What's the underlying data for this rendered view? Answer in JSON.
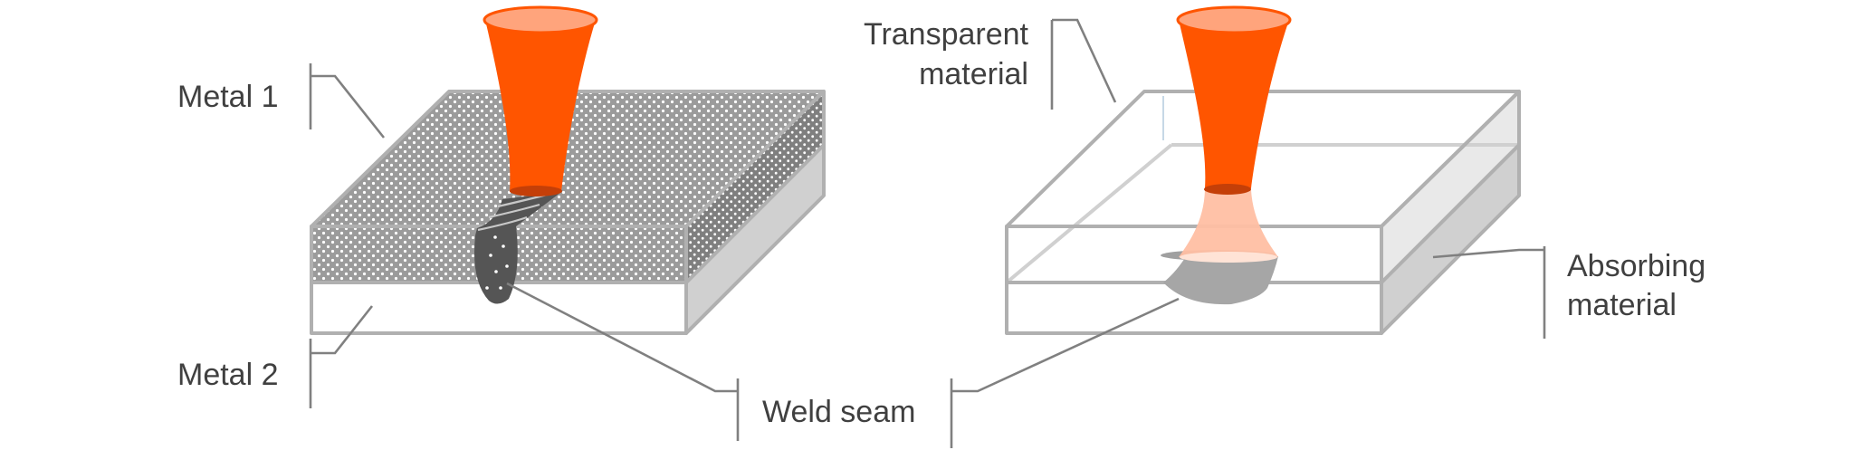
{
  "labels": {
    "metal1": "Metal 1",
    "metal2": "Metal 2",
    "weld_seam": "Weld seam",
    "transparent_line1": "Transparent",
    "transparent_line2": "material",
    "absorbing_line1": "Absorbing",
    "absorbing_line2": "material"
  },
  "colors": {
    "laser": "#ff5500",
    "laser_light": "#ffa47c",
    "laser_beam_transmitted": "#ffbfa3",
    "seam_dark": "#555555",
    "seam_light": "#a6a6a6",
    "box_edge": "#b0b0b0",
    "box_side": "#d0d0d0",
    "leader": "#808080",
    "text": "#404040"
  }
}
